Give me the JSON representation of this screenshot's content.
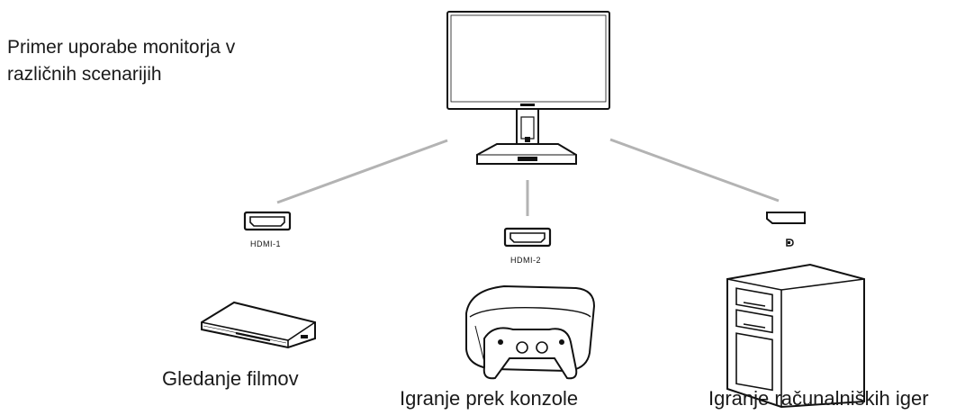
{
  "title": {
    "line1": "Primer uporabe monitorja v",
    "line2": "različnih scenarijih"
  },
  "ports": {
    "hdmi1": "HDMI-1",
    "hdmi2": "HDMI-2"
  },
  "captions": {
    "movies": "Gledanje filmov",
    "console": "Igranje prek konzole",
    "pc": "Igranje računalniških iger"
  }
}
